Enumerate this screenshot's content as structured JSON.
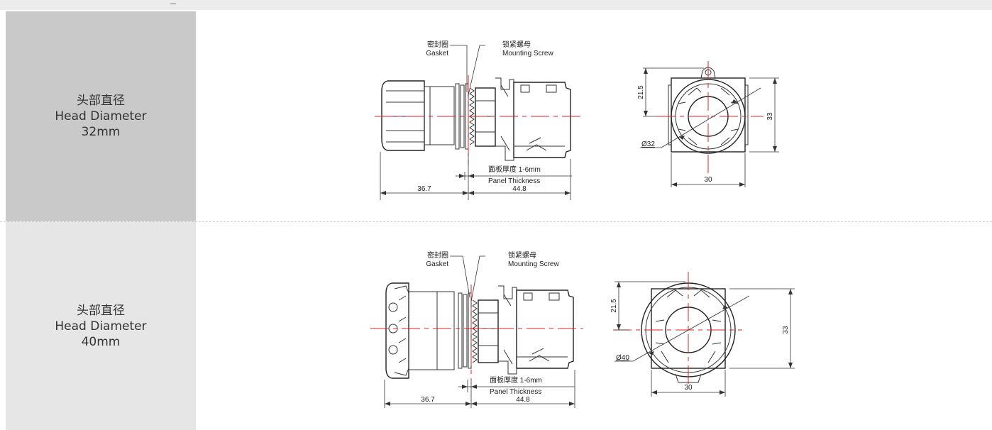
{
  "rows": [
    {
      "label": {
        "zh": "头部直径",
        "en": "Head Diameter",
        "size": "32mm"
      },
      "side_view": {
        "gasket_zh": "密封圈",
        "gasket_en": "Gasket",
        "screw_zh": "锁紧螺母",
        "screw_en": "Mounting Screw",
        "panel_zh": "面板厚度 1-6mm",
        "panel_en": "Panel Thickness",
        "dim_left": "36.7",
        "dim_right": "44.8"
      },
      "front_view": {
        "height_top": "21.5",
        "height_total": "33",
        "width": "30",
        "diameter": "Ø32"
      }
    },
    {
      "label": {
        "zh": "头部直径",
        "en": "Head Diameter",
        "size": "40mm"
      },
      "side_view": {
        "gasket_zh": "密封圈",
        "gasket_en": "Gasket",
        "screw_zh": "锁紧螺母",
        "screw_en": "Mounting Screw",
        "panel_zh": "面板厚度 1-6mm",
        "panel_en": "Panel Thickness",
        "dim_left": "36.7",
        "dim_right": "44.8"
      },
      "front_view": {
        "height_top": "21.5",
        "height_total": "33",
        "width": "30",
        "diameter": "Ø40"
      }
    }
  ]
}
